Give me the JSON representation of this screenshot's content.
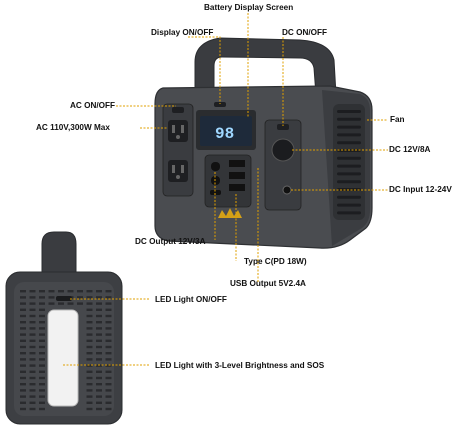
{
  "labels": {
    "battery_display": "Battery Display Screen",
    "display_onoff": "Display ON/OFF",
    "dc_onoff": "DC ON/OFF",
    "ac_onoff": "AC ON/OFF",
    "ac_output": "AC 110V,300W Max",
    "fan": "Fan",
    "dc_12v": "DC 12V/8A",
    "dc_input": "DC Input 12-24V",
    "dc_output": "DC Output 12V/3A",
    "type_c": "Type C(PD 18W)",
    "usb_output": "USB Output 5V2.4A",
    "led_onoff": "LED Light ON/OFF",
    "led_light": "LED Light with 3-Level Brightness and SOS"
  },
  "display_readout": "98",
  "colors": {
    "leader": "#e0a000",
    "body": "#4a4c50",
    "body_dark": "#2e3033",
    "screen": "#1e2a3a",
    "screen_text": "#9fd7ff",
    "led_panel": "#f2f2f2"
  }
}
